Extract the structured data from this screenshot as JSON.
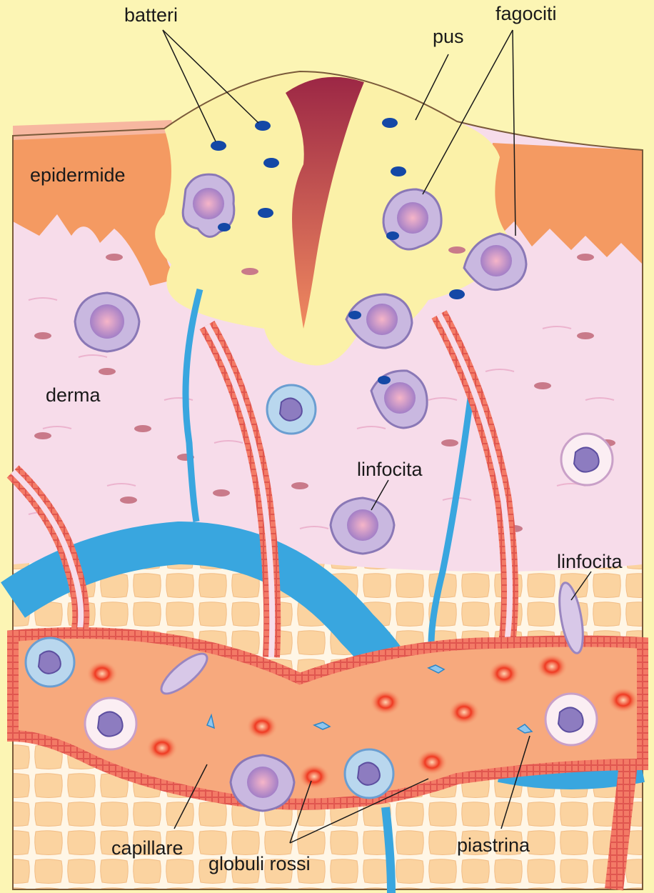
{
  "labels": {
    "batteri": "batteri",
    "pus": "pus",
    "fagociti": "fagociti",
    "epidermide": "epidermide",
    "derma": "derma",
    "linfocita_1": "linfocita",
    "linfocita_2": "linfocita",
    "capillare": "capillare",
    "globuli_rossi": "globuli rossi",
    "piastrina": "piastrina"
  },
  "colors": {
    "background": "#fcf5b4",
    "epidermis": "#f49a62",
    "dermis": "#f7dcea",
    "pus": "#fbf1a8",
    "wound": "#a8304a",
    "vessel_blue": "#39a6df",
    "capillary_wall": "#d8454a",
    "capillary_fill": "#f7a97d",
    "red_cell": "#e8231b",
    "bacteria": "#1448a6",
    "fat_cell": "#fbd6a0",
    "phagocyte": "#c9a6d6",
    "lymphocyte_blue": "#b9d7ee"
  }
}
